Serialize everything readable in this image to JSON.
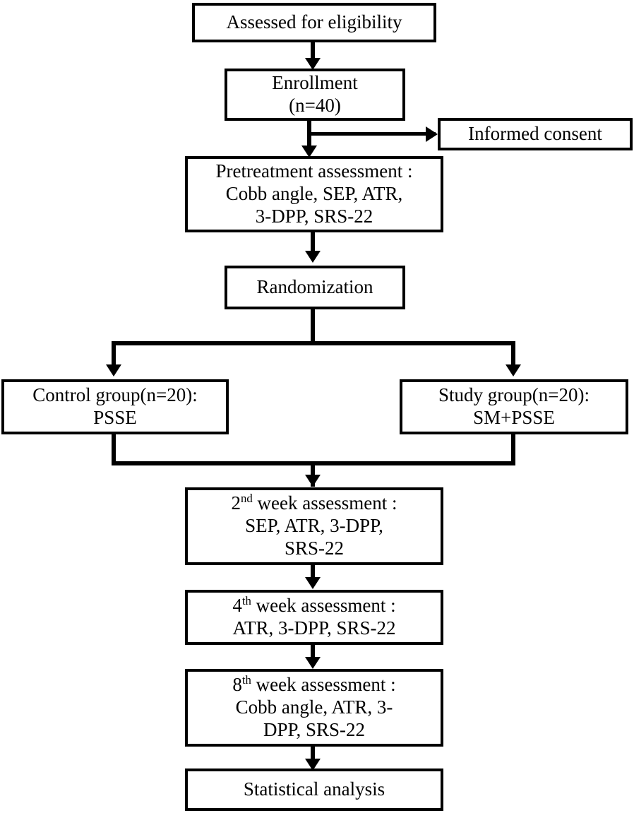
{
  "diagram": {
    "title": "CONSORT-style study flow diagram",
    "line_color": "#000000",
    "background_color": "#ffffff",
    "box_border_color": "#000000"
  },
  "nodes": {
    "assessed": {
      "label": "Assessed for eligibility"
    },
    "enrollment": {
      "line1": "Enrollment",
      "line2": "(n=40)"
    },
    "informed_consent": {
      "label": "Informed consent"
    },
    "pretreatment": {
      "line1": "Pretreatment assessment :",
      "line2": "Cobb angle, SEP, ATR,",
      "line3": "3-DPP, SRS-22"
    },
    "randomization": {
      "label": "Randomization"
    },
    "control_group": {
      "line1": "Control group(n=20):",
      "line2": "PSSE"
    },
    "study_group": {
      "line1": "Study group(n=20):",
      "line2": "SM+PSSE"
    },
    "week2": {
      "ordinal_number": "2",
      "ordinal_suffix": "nd",
      "heading_rest": " week assessment :",
      "line2": "SEP, ATR, 3-DPP,",
      "line3": "SRS-22"
    },
    "week4": {
      "ordinal_number": "4",
      "ordinal_suffix": "th",
      "heading_rest": " week assessment :",
      "line2": "ATR, 3-DPP, SRS-22"
    },
    "week8": {
      "ordinal_number": "8",
      "ordinal_suffix": "th",
      "heading_rest": " week assessment :",
      "line2": "Cobb angle, ATR, 3-",
      "line3": "DPP, SRS-22"
    },
    "statistical_analysis": {
      "label": "Statistical analysis"
    }
  }
}
